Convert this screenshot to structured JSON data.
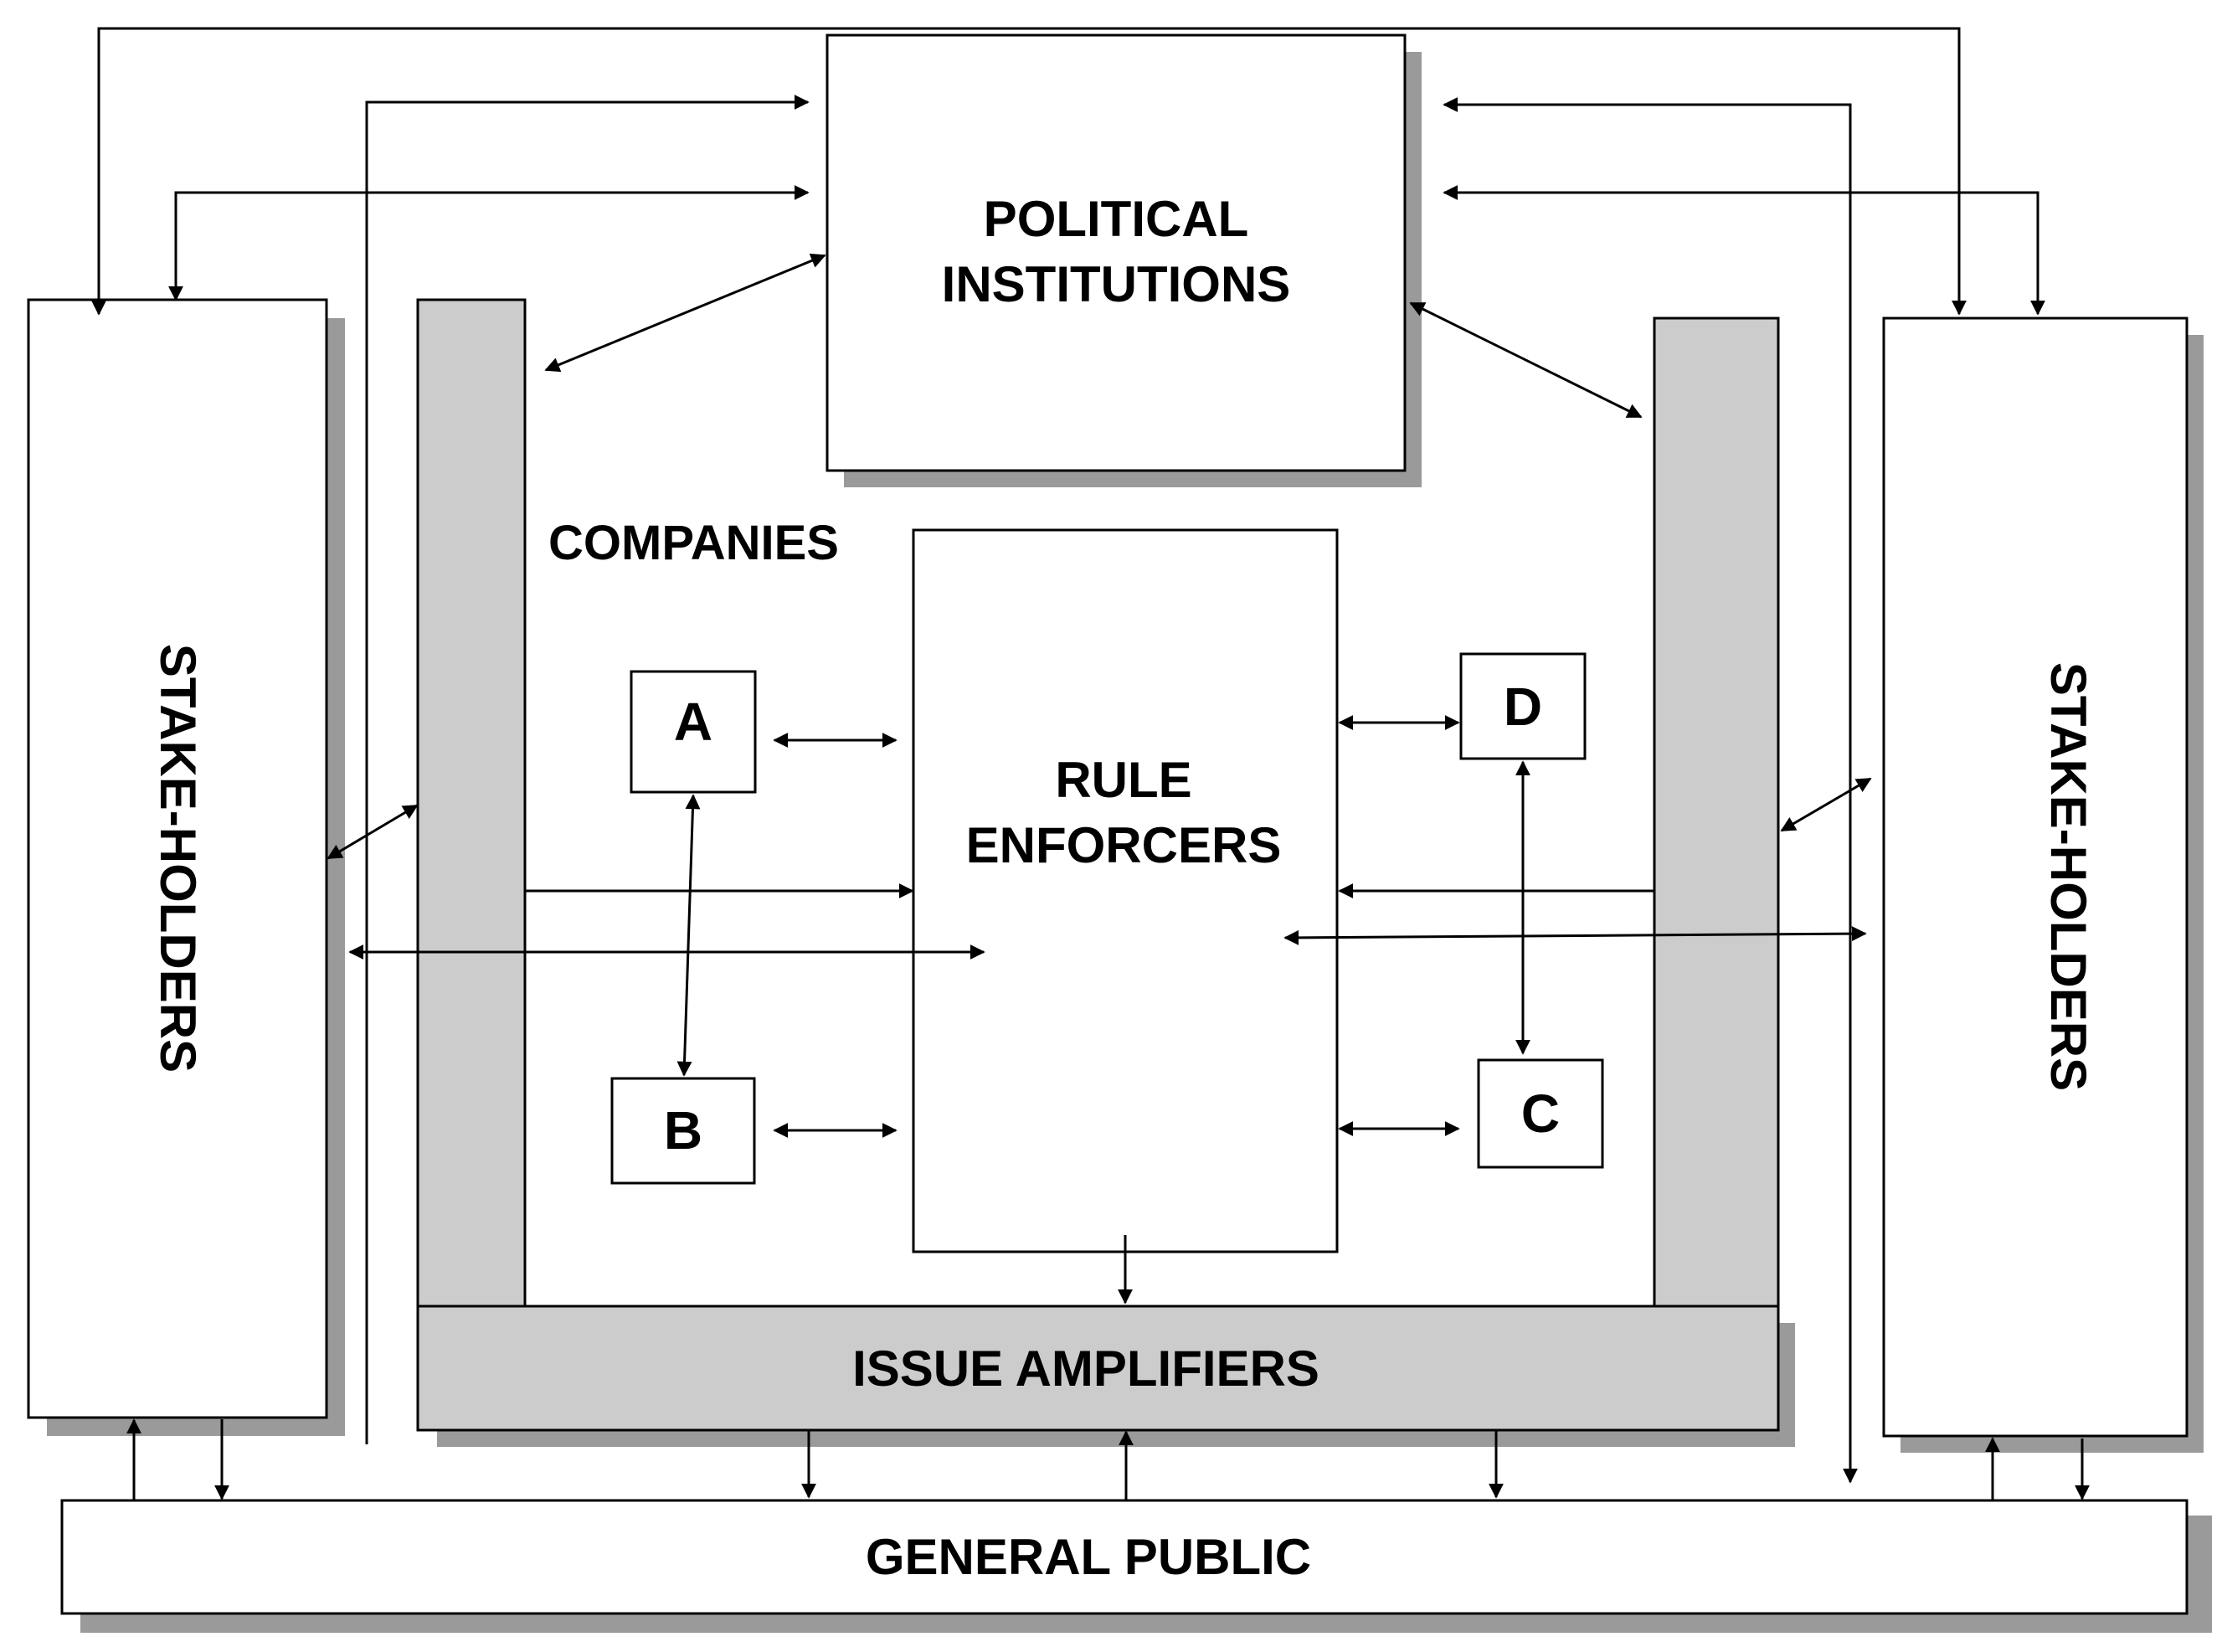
{
  "labels": {
    "political_line1": "POLITICAL",
    "political_line2": "INSTITUTIONS",
    "companies": "COMPANIES",
    "rule_line1": "RULE",
    "rule_line2": "ENFORCERS",
    "company_a": "A",
    "company_b": "B",
    "company_c": "C",
    "company_d": "D",
    "issue_amplifiers": "ISSUE AMPLIFIERS",
    "general_public": "GENERAL PUBLIC",
    "stakeholders_left": "STAKE-HOLDERS",
    "stakeholders_right": "STAKE-HOLDERS"
  },
  "colors": {
    "gray_fill": "#cccccc",
    "shadow": "#9a9a9a",
    "line": "#000000"
  }
}
